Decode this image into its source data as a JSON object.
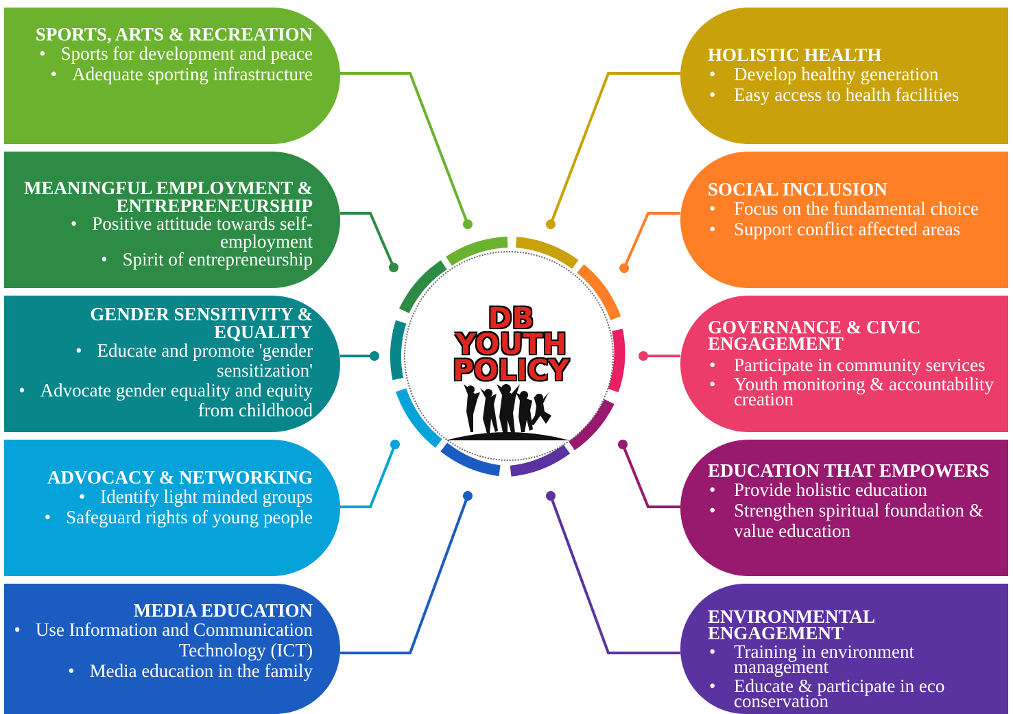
{
  "center": {
    "line1": "DB",
    "line2": "YOUTH",
    "line3": "POLICY"
  },
  "colors": {
    "sports": "#6bb22f",
    "employment": "#2e8b45",
    "gender": "#08868a",
    "advocacy": "#06a3db",
    "media": "#1b5cc0",
    "health": "#c9a10a",
    "inclusion": "#ff7f27",
    "governance": "#ec3d6a",
    "education": "#981a6e",
    "environment": "#5a33a0"
  },
  "left": [
    {
      "title": "SPORTS, ARTS & RECREATION",
      "bullets": [
        "Sports for development and peace",
        "Adequate sporting infrastructure"
      ]
    },
    {
      "title": "MEANINGFUL EMPLOYMENT & ENTREPRENEURSHIP",
      "bullets": [
        "Positive attitude towards self-employment",
        "Spirit of entrepreneurship"
      ]
    },
    {
      "title": "GENDER SENSITIVITY & EQUALITY",
      "bullets": [
        "Educate and promote 'gender sensitization'",
        "Advocate gender equality and equity from childhood"
      ]
    },
    {
      "title": "ADVOCACY & NETWORKING",
      "bullets": [
        "Identify light minded groups",
        "Safeguard rights of young people"
      ]
    },
    {
      "title": "MEDIA EDUCATION",
      "bullets": [
        "Use Information and Communication Technology (ICT)",
        "Media education in the family"
      ]
    }
  ],
  "right": [
    {
      "title": "HOLISTIC HEALTH",
      "bullets": [
        "Develop healthy generation",
        "Easy access to health facilities"
      ]
    },
    {
      "title": "SOCIAL INCLUSION",
      "bullets": [
        "Focus on the fundamental choice",
        "Support conflict affected areas"
      ]
    },
    {
      "title": "GOVERNANCE & CIVIC ENGAGEMENT",
      "bullets": [
        "Participate in community services",
        "Youth monitoring & accountability creation"
      ]
    },
    {
      "title": "EDUCATION THAT EMPOWERS",
      "bullets": [
        "Provide holistic education",
        "Strengthen spiritual foundation & value education"
      ]
    },
    {
      "title": "ENVIRONMENTAL ENGAGEMENT",
      "bullets": [
        "Training in environment management",
        "Educate & participate in eco conservation"
      ]
    }
  ]
}
